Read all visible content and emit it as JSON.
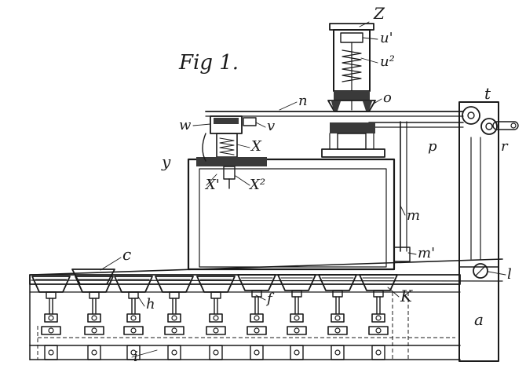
{
  "figure": {
    "title": "Fig 1."
  },
  "labels": {
    "Z": "Z",
    "u1": "u'",
    "u2": "u²",
    "o": "o",
    "n": "n",
    "t": "t",
    "r": "r",
    "p": "p",
    "w": "w",
    "v": "v",
    "X": "X",
    "y": "y",
    "X1": "X'",
    "X2": "X²",
    "m": "m",
    "m1": "m'",
    "c": "c",
    "l": "l",
    "h": "h",
    "f": "f",
    "K": "K",
    "a": "a",
    "i": "i"
  }
}
